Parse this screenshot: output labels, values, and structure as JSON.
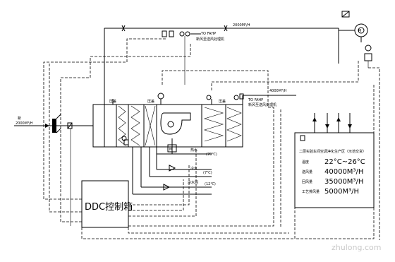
{
  "labels": {
    "top_duct_flow": "2000M³/H",
    "top_valve_note": "TO FAHP",
    "top_valve_sub": "新风至送风处理机",
    "mid_duct_flow": "4000M³/H",
    "mid_valve_note": "TO FAHP",
    "mid_valve_sub": "新风至送风处理机",
    "left_inlet": "新",
    "left_flow": "2000M³/H",
    "sensor_temp_1": "(70℃)",
    "sensor_temp_2": "(7℃)",
    "sensor_temp_3": "(12℃)",
    "ddc_box": "DDC控制箱",
    "room_title": "二层实验车间空调净化生产区（示范交货）",
    "row1_label": "温度",
    "row1_value": "22°C~26°C",
    "row2_label": "送风量",
    "row2_value": "40000M³/H",
    "row3_label": "回风量",
    "row3_value": "35000M³/H",
    "row4_label": "工艺排风量",
    "row4_value": "5000M³/H",
    "watermark": "zhulong.com"
  },
  "icons": [
    "fan-icon",
    "damper-icon",
    "valve-icon",
    "filter-icon",
    "coil-icon",
    "sensor-icon",
    "pump-icon"
  ]
}
